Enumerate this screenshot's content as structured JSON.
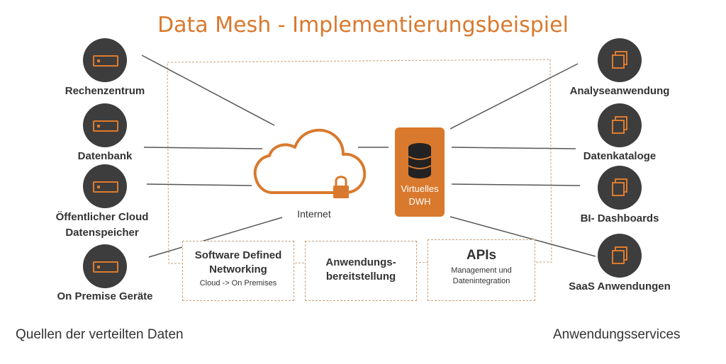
{
  "title": "Data Mesh - Implementierungsbeispiel",
  "sources": [
    {
      "label": "Rechenzentrum",
      "icon": "server-icon"
    },
    {
      "label": "Datenbank",
      "icon": "server-icon"
    },
    {
      "label": "Öffentlicher Cloud Datenspeicher",
      "icon": "server-icon"
    },
    {
      "label": "On Premise Geräte",
      "icon": "server-icon"
    }
  ],
  "consumers": [
    {
      "label": "Analyseanwendung",
      "icon": "documents-icon"
    },
    {
      "label": "Datenkataloge",
      "icon": "documents-icon"
    },
    {
      "label": "BI- Dashboards",
      "icon": "documents-icon"
    },
    {
      "label": "SaaS Anwendungen",
      "icon": "documents-icon"
    }
  ],
  "center": {
    "internet_label": "Internet",
    "dwh_label": "Virtuelles DWH"
  },
  "services": [
    {
      "title": "Software Defined Networking",
      "subtitle": "Cloud -> On Premises"
    },
    {
      "title": "Anwendungs-bereitstellung",
      "subtitle": ""
    },
    {
      "title": "APIs",
      "subtitle": "Management und Datenintegration"
    }
  ],
  "footer": {
    "left": "Quellen der verteilten Daten",
    "right": "Anwendungsservices"
  },
  "colors": {
    "accent": "#d9792e",
    "node": "#3d3d3d",
    "text": "#333333"
  }
}
